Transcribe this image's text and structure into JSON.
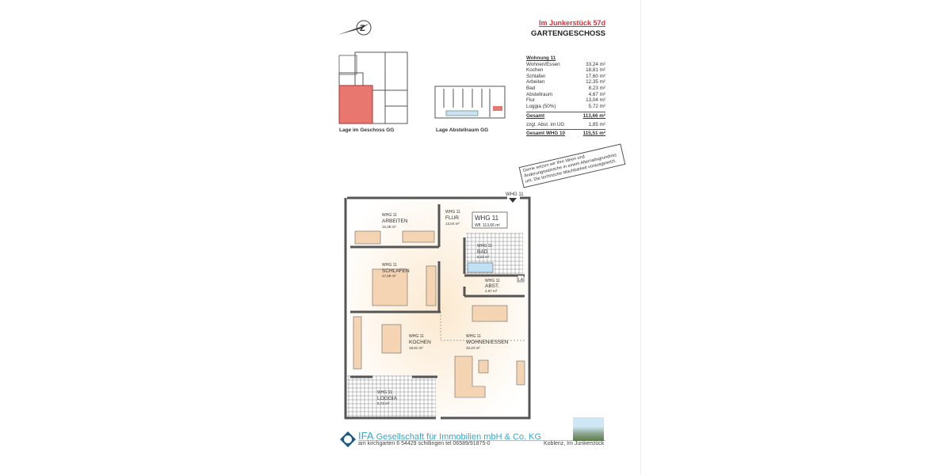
{
  "header": {
    "address": "Im Junkerstück 57d",
    "floor": "GARTENGESCHOSS",
    "north_icon": "north-arrow-icon"
  },
  "location": {
    "floor_caption": "Lage im Geschoss GG",
    "storage_caption": "Lage Abstellraum GG",
    "highlight_color": "#e8776f"
  },
  "areas": {
    "title": "Wohnung 11",
    "rows": [
      {
        "label": "Wohnen/Essen",
        "value": "33,24 m²"
      },
      {
        "label": "Kochen",
        "value": "18,81 m²"
      },
      {
        "label": "Schlafen",
        "value": "17,60 m²"
      },
      {
        "label": "Arbeiten",
        "value": "12,35 m²"
      },
      {
        "label": "Bad",
        "value": "8,23 m²"
      },
      {
        "label": "Abstellraum",
        "value": "4,67 m²"
      },
      {
        "label": "Flur",
        "value": "13,04 m²"
      },
      {
        "label": "Loggia (50%)",
        "value": "5,72 m²"
      }
    ],
    "total_label": "Gesamt",
    "total_value": "113,66 m²",
    "extra_label": "zzgl. Abst. im UG",
    "extra_value": "1,85 m²",
    "grand_label": "Gesamt WHG 10",
    "grand_value": "115,51 m²"
  },
  "note": "Gerne setzen wir Ihre Ideen und Änderungswünsche in einem Alternativgrundriss um. Die technische Machbarkeit vorausgesetzt.",
  "plan": {
    "entry": "WHG 11",
    "unit_box": {
      "title": "WHG 11",
      "area": "Wfl. 113,66 m²"
    },
    "la": "LA",
    "rooms": [
      {
        "unit": "WHG 11",
        "name": "ARBEITEN",
        "area": "12,35 m²"
      },
      {
        "unit": "WHG 11",
        "name": "FLUR",
        "area": "13,04 m²"
      },
      {
        "unit": "WHG 11",
        "name": "SCHLAFEN",
        "area": "17,60 m²"
      },
      {
        "unit": "WHG 11",
        "name": "BAD",
        "area": "8,23 m²"
      },
      {
        "unit": "WHG 11",
        "name": "ABST.",
        "area": "4,67 m²"
      },
      {
        "unit": "WHG 11",
        "name": "KOCHEN",
        "area": "18,81 m²"
      },
      {
        "unit": "WHG 11",
        "name": "WOHNEN/ESSEN",
        "area": "33,24 m²"
      },
      {
        "unit": "WHG 11",
        "name": "LOGGIA",
        "area": "5,72 m²"
      }
    ]
  },
  "footer": {
    "brand": "IFA",
    "company": "Gesellschaft für Immobilien mbH & Co. KG",
    "address": "am kirchgarten 6   54429 schillingen   tel 06589/91875-0",
    "project": "Koblenz, Im Junkerstück"
  }
}
